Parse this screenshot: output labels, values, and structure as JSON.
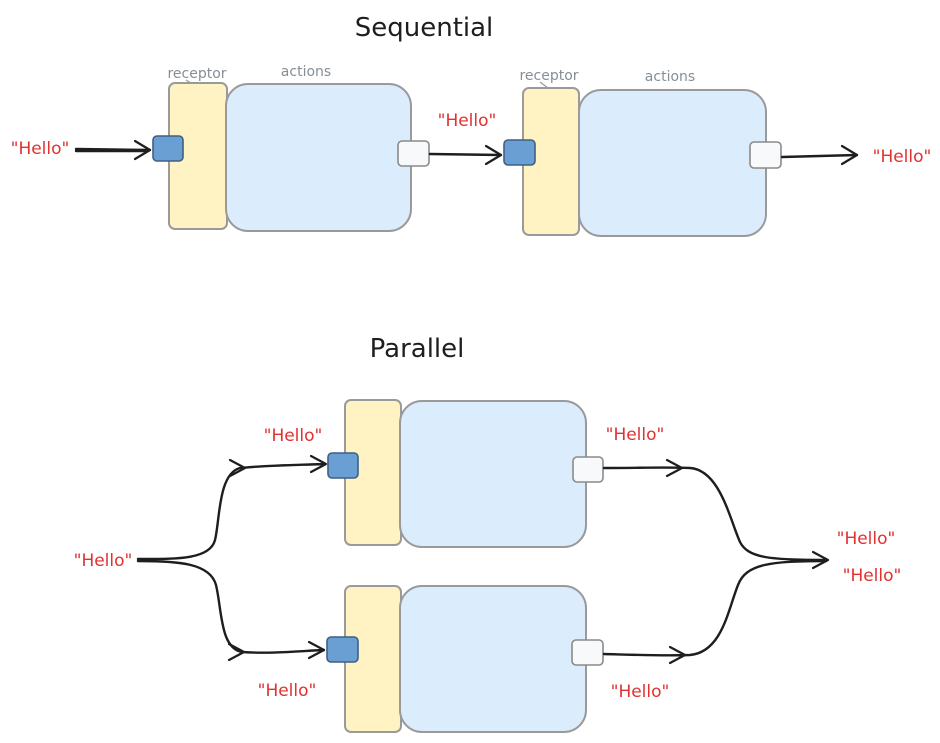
{
  "sequential": {
    "title": "Sequential",
    "receptor_label": "receptor",
    "actions_label": "actions",
    "input_message": "\"Hello\"",
    "between_message": "\"Hello\"",
    "output_message": "\"Hello\""
  },
  "parallel": {
    "title": "Parallel",
    "input_message": "\"Hello\"",
    "top_in_message": "\"Hello\"",
    "top_out_message": "\"Hello\"",
    "bottom_in_message": "\"Hello\"",
    "bottom_out_message": "\"Hello\"",
    "output_messages": [
      "\"Hello\"",
      "\"Hello\""
    ]
  },
  "colors": {
    "message": "#e03131",
    "receptor_fill": "#fff3c4",
    "actions_fill": "#dbedfc",
    "input_port": "#6a9fd4",
    "output_port": "#f8f9fa"
  }
}
